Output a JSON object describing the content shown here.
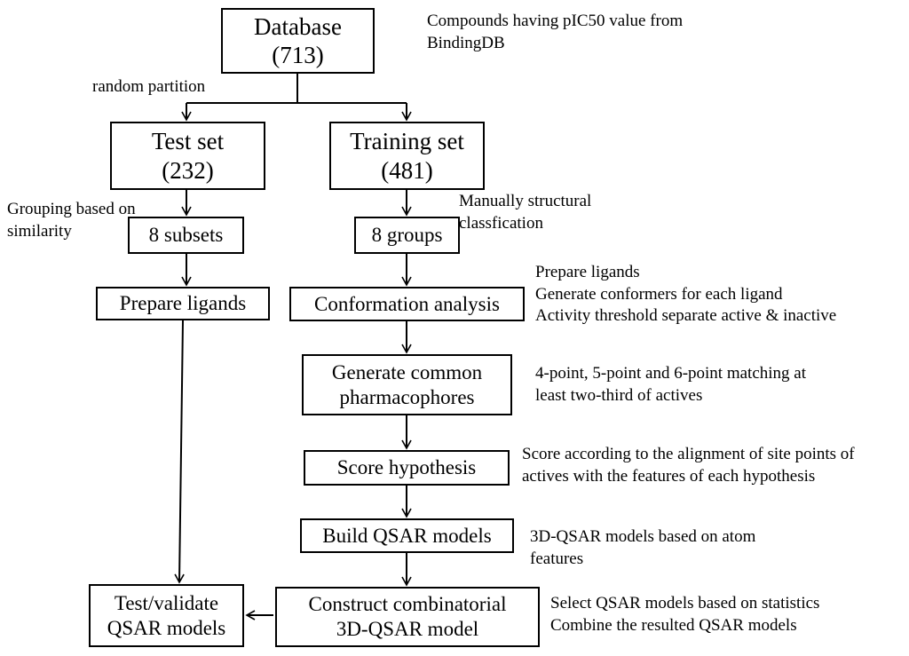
{
  "boxes": {
    "database": {
      "line1": "Database",
      "line2": "(713)"
    },
    "test_set": {
      "line1": "Test set",
      "line2": "(232)"
    },
    "training_set": {
      "line1": "Training set",
      "line2": "(481)"
    },
    "subsets": {
      "line1": "8 subsets"
    },
    "groups": {
      "line1": "8 groups"
    },
    "prepare_ligands": {
      "line1": "Prepare ligands"
    },
    "conformation": {
      "line1": "Conformation analysis"
    },
    "pharmacophores": {
      "line1": "Generate common",
      "line2": "pharmacophores"
    },
    "score": {
      "line1": "Score  hypothesis"
    },
    "build_qsar": {
      "line1": "Build QSAR models"
    },
    "combinatorial": {
      "line1": "Construct combinatorial",
      "line2": "3D-QSAR model"
    },
    "validate": {
      "line1": "Test/validate",
      "line2": "QSAR models"
    }
  },
  "notes": {
    "source": [
      "Compounds having pIC50 value from",
      "BindingDB"
    ],
    "partition": [
      "random partition"
    ],
    "grouping": [
      "Grouping based on",
      "similarity"
    ],
    "classification": [
      "Manually structural",
      "classfication"
    ],
    "conformation": [
      "Prepare ligands",
      "Generate conformers for each ligand",
      "Activity threshold separate active & inactive"
    ],
    "pharmacophores": [
      "4-point, 5-point and 6-point matching at",
      "least two-third of actives"
    ],
    "score": [
      "Score according to the alignment of site points of",
      "actives with the features of each hypothesis"
    ],
    "build_qsar": [
      "3D-QSAR models based on atom",
      "features"
    ],
    "combinatorial": [
      "Select QSAR models based on statistics",
      "Combine the resulted QSAR models"
    ]
  }
}
